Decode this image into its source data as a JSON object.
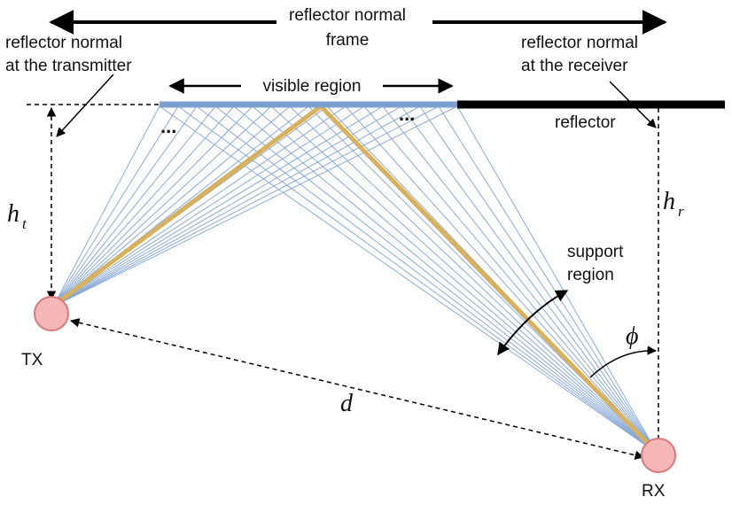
{
  "labels": {
    "frame_line1": "reflector normal",
    "frame_line2": "frame",
    "tx_normal_line1": "reflector normal",
    "tx_normal_line2": "at the transmitter",
    "rx_normal_line1": "reflector normal",
    "rx_normal_line2": "at the receiver",
    "visible_region": "visible region",
    "reflector": "reflector",
    "support_line1": "support",
    "support_line2": "region",
    "tx": "TX",
    "rx": "RX",
    "ht": "h",
    "ht_sub": "t",
    "hr": "h",
    "hr_sub": "r",
    "d": "d",
    "phi": "ϕ",
    "dots": "..."
  },
  "colors": {
    "visible_reflector": "#7c9fd0",
    "reflector": "#000000",
    "rays": "#8aaad8",
    "main_path": "#d9b15a",
    "node_fill": "#f5b6b6",
    "node_stroke": "#d97878"
  }
}
